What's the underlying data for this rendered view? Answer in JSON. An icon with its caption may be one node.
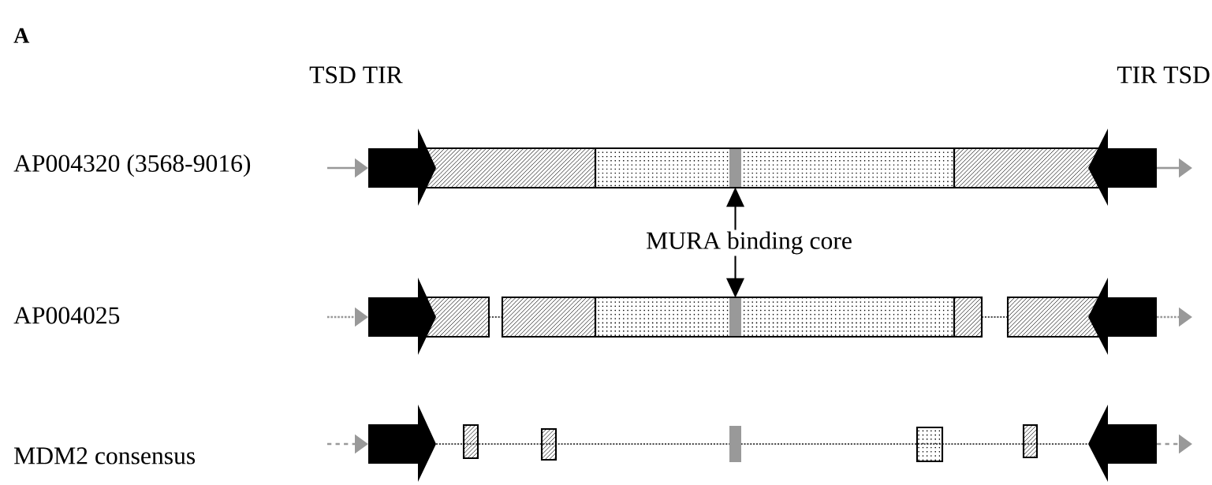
{
  "diagram": {
    "nodes": [
      {
        "text": [
          "MURA binding core"
        ]
      },
      {
        "text": [],
        "shape": "bar"
      },
      {
        "text": [],
        "shape": "bar"
      }
    ],
    "edges": [
      {
        "from": 0,
        "to": 1,
        "arrow": "to"
      },
      {
        "from": 0,
        "to": 2,
        "arrow": "to"
      }
    ],
    "labels": [
      "A",
      "TSD TIR",
      "TIR TSD",
      "AP004320 (3568-9016)",
      "AP004025",
      "MDM2 consensus"
    ]
  }
}
